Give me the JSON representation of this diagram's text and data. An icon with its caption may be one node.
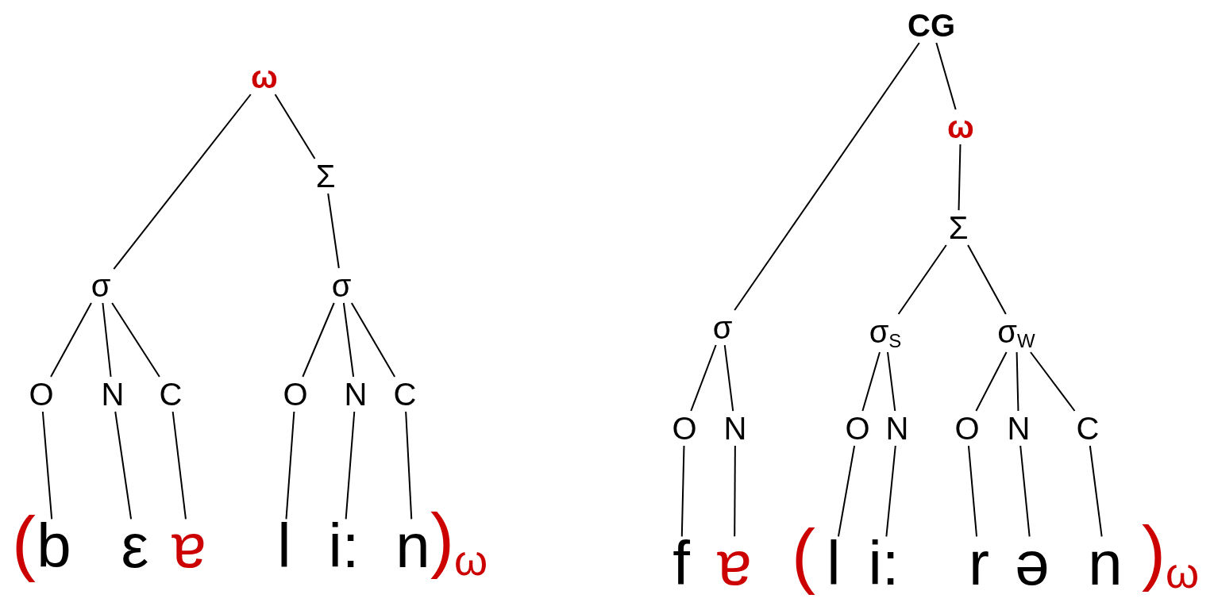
{
  "diagram": {
    "nodes": [
      {
        "text": [
          "ω"
        ]
      },
      {
        "text": [
          "Σ"
        ]
      },
      {
        "text": [
          "σ"
        ]
      },
      {
        "text": [
          "σ"
        ]
      },
      {
        "text": [
          "O"
        ]
      },
      {
        "text": [
          "N"
        ]
      },
      {
        "text": [
          "C"
        ]
      },
      {
        "text": [
          "O"
        ]
      },
      {
        "text": [
          "N"
        ]
      },
      {
        "text": [
          "C"
        ]
      },
      {
        "text": [
          "b"
        ]
      },
      {
        "text": [
          "ε"
        ]
      },
      {
        "text": [
          "ɐ"
        ]
      },
      {
        "text": [
          "l"
        ]
      },
      {
        "text": [
          "i:"
        ]
      },
      {
        "text": [
          "n"
        ]
      },
      {
        "text": [
          "CG"
        ]
      },
      {
        "text": [
          "ω"
        ]
      },
      {
        "text": [
          "Σ"
        ]
      },
      {
        "text": [
          "σ"
        ]
      },
      {
        "text": [
          "σ$_{S}$"
        ]
      },
      {
        "text": [
          "σ$_{W}$"
        ]
      },
      {
        "text": [
          "O"
        ]
      },
      {
        "text": [
          "N"
        ]
      },
      {
        "text": [
          "O"
        ]
      },
      {
        "text": [
          "N"
        ]
      },
      {
        "text": [
          "O"
        ]
      },
      {
        "text": [
          "N"
        ]
      },
      {
        "text": [
          "C"
        ]
      },
      {
        "text": [
          "f"
        ]
      },
      {
        "text": [
          "ɐ"
        ]
      },
      {
        "text": [
          "l"
        ]
      },
      {
        "text": [
          "i:"
        ]
      },
      {
        "text": [
          "r"
        ]
      },
      {
        "text": [
          "ə"
        ]
      },
      {
        "text": [
          "n"
        ]
      }
    ],
    "edges": [
      {
        "from": 0,
        "to": 2,
        "arrow": "none"
      },
      {
        "from": 0,
        "to": 1,
        "arrow": "none"
      },
      {
        "from": 1,
        "to": 3,
        "arrow": "none"
      },
      {
        "from": 2,
        "to": 4,
        "arrow": "none"
      },
      {
        "from": 2,
        "to": 5,
        "arrow": "none"
      },
      {
        "from": 2,
        "to": 6,
        "arrow": "none"
      },
      {
        "from": 3,
        "to": 7,
        "arrow": "none"
      },
      {
        "from": 3,
        "to": 8,
        "arrow": "none"
      },
      {
        "from": 3,
        "to": 9,
        "arrow": "none"
      },
      {
        "from": 4,
        "to": 10,
        "arrow": "none"
      },
      {
        "from": 5,
        "to": 11,
        "arrow": "none"
      },
      {
        "from": 6,
        "to": 12,
        "arrow": "none"
      },
      {
        "from": 7,
        "to": 13,
        "arrow": "none"
      },
      {
        "from": 8,
        "to": 14,
        "arrow": "none"
      },
      {
        "from": 9,
        "to": 15,
        "arrow": "none"
      },
      {
        "from": 16,
        "to": 19,
        "arrow": "none"
      },
      {
        "from": 16,
        "to": 17,
        "arrow": "none"
      },
      {
        "from": 17,
        "to": 18,
        "arrow": "none"
      },
      {
        "from": 18,
        "to": 20,
        "arrow": "none"
      },
      {
        "from": 18,
        "to": 21,
        "arrow": "none"
      },
      {
        "from": 19,
        "to": 22,
        "arrow": "none"
      },
      {
        "from": 19,
        "to": 23,
        "arrow": "none"
      },
      {
        "from": 20,
        "to": 24,
        "arrow": "none"
      },
      {
        "from": 20,
        "to": 25,
        "arrow": "none"
      },
      {
        "from": 21,
        "to": 26,
        "arrow": "none"
      },
      {
        "from": 21,
        "to": 27,
        "arrow": "none"
      },
      {
        "from": 21,
        "to": 28,
        "arrow": "none"
      },
      {
        "from": 22,
        "to": 29,
        "arrow": "none"
      },
      {
        "from": 23,
        "to": 30,
        "arrow": "none"
      },
      {
        "from": 24,
        "to": 31,
        "arrow": "none"
      },
      {
        "from": 25,
        "to": 32,
        "arrow": "none"
      },
      {
        "from": 26,
        "to": 33,
        "arrow": "none"
      },
      {
        "from": 27,
        "to": 34,
        "arrow": "none"
      },
      {
        "from": 28,
        "to": 35,
        "arrow": "none"
      }
    ],
    "labels": [
      "(",
      ")$_{ω}$",
      "(",
      ")$_{ω}$"
    ]
  }
}
